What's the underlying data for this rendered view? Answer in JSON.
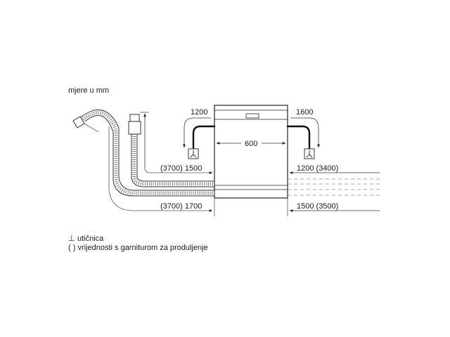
{
  "units_caption": "mjere u mm",
  "dimensions": {
    "width": "600",
    "left_outlet_height": "1200",
    "right_outlet_height": "1600",
    "drain_hose_length": "(3700) 1500",
    "supply_hose_length": "(3700) 1700",
    "right_upper_length": "1200 (3400)",
    "right_lower_length": "1500 (3500)"
  },
  "legend": {
    "socket_symbol": "⊥",
    "socket_label": "utičnica",
    "parentheses_label": "( ) vrijednosti s garniturom za produljenje"
  },
  "colors": {
    "line": "#111111",
    "dimension": "#333333",
    "text": "#1a1a1a"
  }
}
